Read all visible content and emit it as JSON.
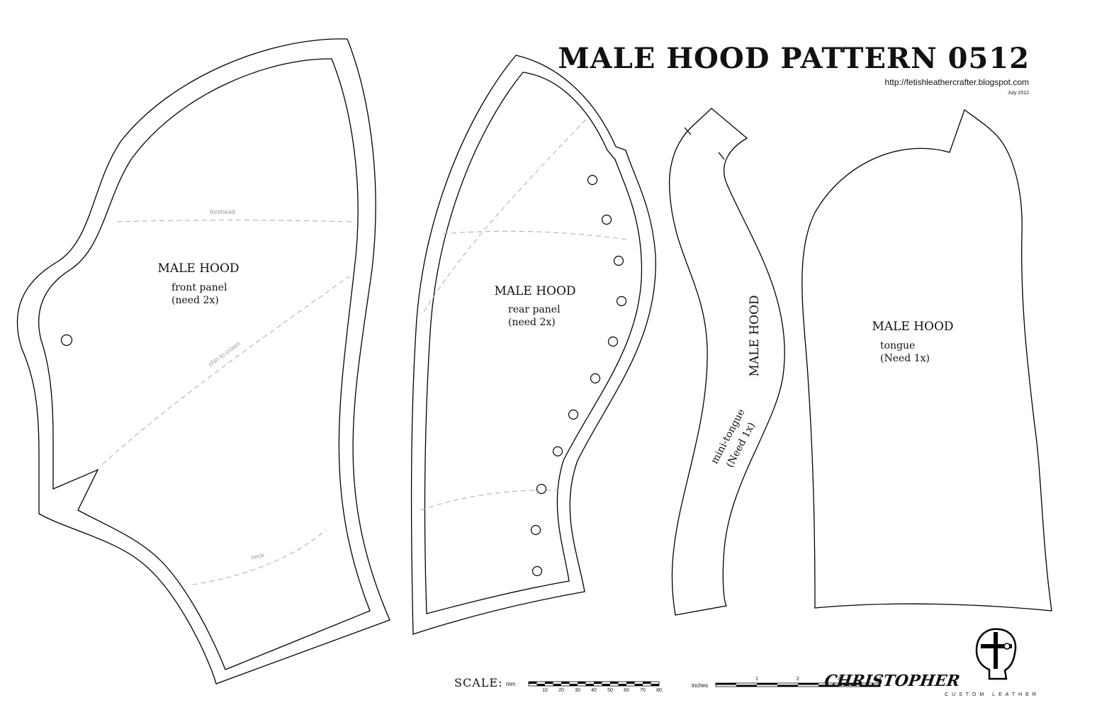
{
  "header": {
    "title": "MALE HOOD PATTERN 0512",
    "url": "http://fetishleathercrafter.blogspot.com",
    "date": "July 2012"
  },
  "pieces": {
    "front": {
      "title": "MALE HOOD",
      "sub1": "front panel",
      "sub2": "(need 2x)"
    },
    "rear": {
      "title": "MALE HOOD",
      "sub1": "rear panel",
      "sub2": "(need 2x)"
    },
    "mini": {
      "title": "MALE HOOD",
      "sub1": "mini-tongue",
      "sub2": "(Need 1x)"
    },
    "tongue": {
      "title": "MALE HOOD",
      "sub1": "tongue",
      "sub2": "(Need 1x)"
    }
  },
  "guides": {
    "forehead": "forehead",
    "chin_to_crown": "chin to crown",
    "neck": "neck"
  },
  "scale": {
    "label": "SCALE:",
    "mm_unit": "mm",
    "mm_ticks": [
      "10",
      "20",
      "30",
      "40",
      "50",
      "60",
      "70",
      "80"
    ],
    "inch_unit": "inches",
    "inch_ticks": [
      "1",
      "2",
      "3",
      "4"
    ]
  },
  "logo": {
    "word": "CHRISTOPHER",
    "sub": "CUSTOM LEATHER",
    "icon": "hooded-head-logo-icon"
  }
}
